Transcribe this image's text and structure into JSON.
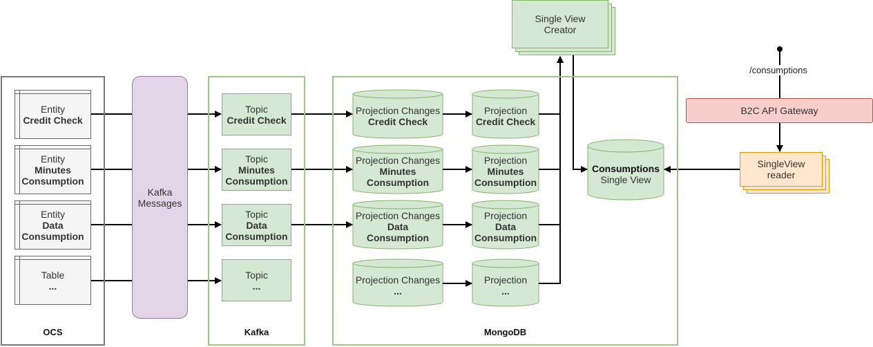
{
  "groups": {
    "ocs": "OCS",
    "kafka": "Kafka",
    "mongodb": "MongoDB"
  },
  "entities": [
    {
      "line1": "Entity",
      "line2": "Credit Check"
    },
    {
      "line1": "Entity",
      "line2": "Minutes",
      "line3": "Consumption"
    },
    {
      "line1": "Entity",
      "line2": "Data",
      "line3": "Consumption"
    },
    {
      "line1": "Table",
      "line2": "..."
    }
  ],
  "kafka_messages": {
    "line1": "Kafka",
    "line2": "Messages"
  },
  "topics": [
    {
      "line1": "Topic",
      "line2": "Credit Check"
    },
    {
      "line1": "Topic",
      "line2": "Minutes",
      "line3": "Consumption"
    },
    {
      "line1": "Topic",
      "line2": "Data",
      "line3": "Consumption"
    },
    {
      "line1": "Topic",
      "line2": "..."
    }
  ],
  "projection_changes": [
    {
      "line1": "Projection Changes",
      "line2": "Credit Check"
    },
    {
      "line1": "Projection Changes",
      "line2": "Minutes",
      "line3": "Consumption"
    },
    {
      "line1": "Projection Changes",
      "line2": "Data",
      "line3": "Consumption"
    },
    {
      "line1": "Projection Changes",
      "line2": "..."
    }
  ],
  "projections": [
    {
      "line1": "Projection",
      "line2": "Credit Check"
    },
    {
      "line1": "Projection",
      "line2": "Minutes",
      "line3": "Consumption"
    },
    {
      "line1": "Projection",
      "line2": "Data",
      "line3": "Consumption"
    },
    {
      "line1": "Projection",
      "line2": "..."
    }
  ],
  "single_view": {
    "line1": "Consumptions",
    "line2": "Single View"
  },
  "svc": {
    "line1": "Single View",
    "line2": "Creator"
  },
  "gateway": {
    "label": "B2C API Gateway",
    "route": "/consumptions"
  },
  "reader": {
    "line1": "SingleView",
    "line2": "reader"
  },
  "colors": {
    "green_fill": "#d5e8d4",
    "green_stroke": "#82b366",
    "purple_fill": "#e1d5e7",
    "purple_stroke": "#9673a6",
    "red_fill": "#f8cecc",
    "red_stroke": "#b85450",
    "orange_fill": "#ffe6cc",
    "orange_stroke": "#d79b00",
    "grey_fill": "#f5f5f5",
    "grey_stroke": "#666666"
  }
}
